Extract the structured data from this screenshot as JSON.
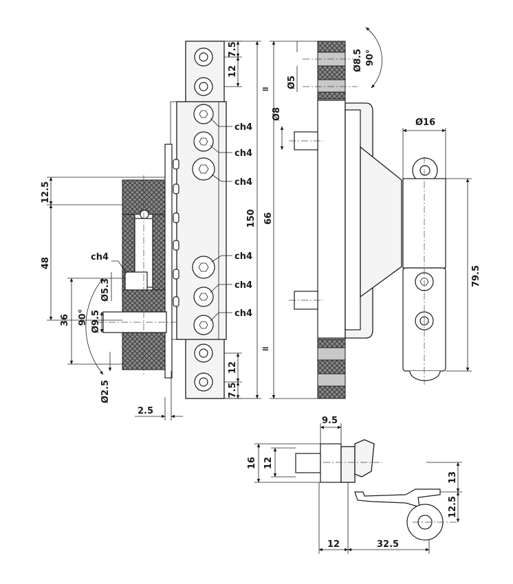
{
  "drawing": {
    "labels": {
      "ch4_1": "ch4",
      "ch4_2": "ch4",
      "ch4_3": "ch4",
      "ch4_4": "ch4",
      "ch4_5": "ch4",
      "ch4_6": "ch4",
      "ch4_left": "ch4",
      "dim_7_5_top": "7.5",
      "dim_12_top": "12",
      "dim_150": "150",
      "eq_top": "=",
      "eq_bottom": "=",
      "dim_66": "66",
      "dim_12_bottom": "12",
      "dim_7_5_bottom": "7.5",
      "dim_12_5_left": "12.5",
      "dim_48": "48",
      "dim_36": "36",
      "angle_90_left": "90°",
      "dia_5_3": "Ø5.3",
      "dia_9_5": "Ø9.5",
      "dia_2_5": "Ø2.5",
      "dim_2_5": "2.5",
      "dia_8_5": "Ø8.5",
      "angle_90_right": "90°",
      "dia_5": "Ø5",
      "dia_8": "Ø8",
      "dia_16": "Ø16",
      "dim_79_5": "79.5",
      "dim_9_5_bottom": "9.5",
      "dim_16": "16",
      "dim_12_side": "12",
      "dim_13": "13",
      "dim_12_5_bottom": "12.5",
      "dim_12_base": "12",
      "dim_32_5": "32.5"
    }
  }
}
